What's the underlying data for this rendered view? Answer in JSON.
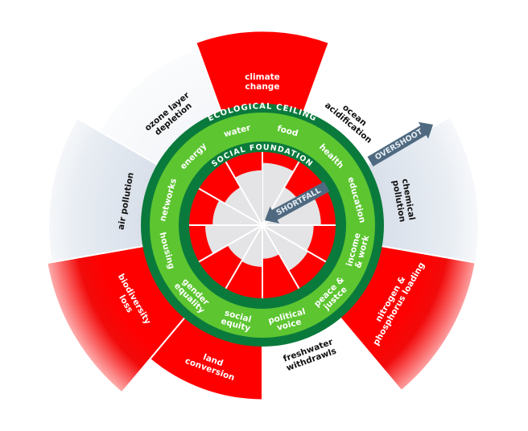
{
  "diagram": {
    "ceiling_label": "ECOLOGICAL CEILING",
    "foundation_label": "SOCIAL FOUNDATION",
    "overshoot_label": "OVERSHOOT",
    "shortfall_label": "SHORTFALL",
    "colors": {
      "overshoot_red": "#ff0000",
      "dark_green": "#0a7a3c",
      "light_green": "#5cc530",
      "shortfall_grey": "#e4e4e6",
      "arrow": "#4f6a80",
      "pollution_grey": "#d9e0ea"
    },
    "ecological_boundaries": [
      {
        "label": [
          "climate",
          "change"
        ],
        "overshoot_level": 1.6,
        "style": "red",
        "text_color": "#ffffff"
      },
      {
        "label": [
          "ocean",
          "acidification"
        ],
        "overshoot_level": 1.0,
        "style": "none",
        "text_color": "#111111"
      },
      {
        "label": [
          "chemical",
          "pollution"
        ],
        "overshoot_level": 1.78,
        "style": "grey-fade",
        "text_color": "#111111"
      },
      {
        "label": [
          "nitrogen &",
          "phosphorus loading"
        ],
        "overshoot_level": 1.78,
        "style": "red-fade",
        "text_color": "#ffffff"
      },
      {
        "label": [
          "freshwater",
          "withdrawls"
        ],
        "overshoot_level": 1.0,
        "style": "none",
        "text_color": "#111111"
      },
      {
        "label": [
          "land",
          "conversion"
        ],
        "overshoot_level": 1.44,
        "style": "red",
        "text_color": "#ffffff"
      },
      {
        "label": [
          "biodiversity",
          "loss"
        ],
        "overshoot_level": 1.8,
        "style": "red-fade",
        "text_color": "#ffffff"
      },
      {
        "label": [
          "air pollution"
        ],
        "overshoot_level": 1.76,
        "style": "grey-fade",
        "text_color": "#111111"
      },
      {
        "label": [
          "ozone layer",
          "depletion"
        ],
        "overshoot_level": 1.55,
        "style": "faint",
        "text_color": "#111111"
      }
    ],
    "social_foundations": [
      {
        "label": [
          "food"
        ],
        "achieved_fraction": 0.85
      },
      {
        "label": [
          "health"
        ],
        "achieved_fraction": 0.6
      },
      {
        "label": [
          "education"
        ],
        "achieved_fraction": 0.8
      },
      {
        "label": [
          "income",
          "& work"
        ],
        "achieved_fraction": 0.7
      },
      {
        "label": [
          "peace &",
          "justce"
        ],
        "achieved_fraction": 0.72
      },
      {
        "label": [
          "political",
          "voice"
        ],
        "achieved_fraction": 0.46
      },
      {
        "label": [
          "social",
          "equity"
        ],
        "achieved_fraction": 0.57
      },
      {
        "label": [
          "gender",
          "equality"
        ],
        "achieved_fraction": 0.55
      },
      {
        "label": [
          "housing"
        ],
        "achieved_fraction": 0.78
      },
      {
        "label": [
          "networks"
        ],
        "achieved_fraction": 0.68
      },
      {
        "label": [
          "energy"
        ],
        "achieved_fraction": 0.6
      },
      {
        "label": [
          "water"
        ],
        "achieved_fraction": 0.75
      }
    ]
  }
}
